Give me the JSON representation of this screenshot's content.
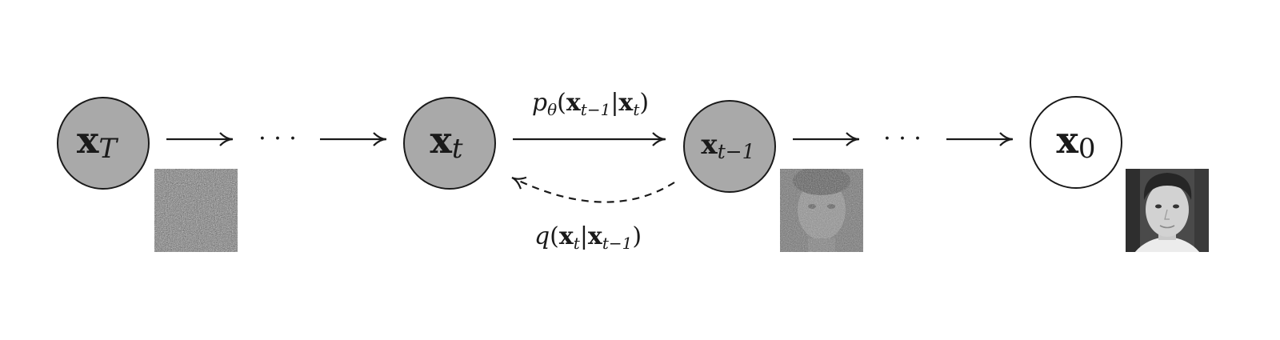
{
  "nodes": [
    {
      "id": "xT",
      "var": "x",
      "sub": "T",
      "fill": "#a9a9a9"
    },
    {
      "id": "xt",
      "var": "x",
      "sub": "t",
      "fill": "#a9a9a9"
    },
    {
      "id": "xtm1",
      "var": "x",
      "sub": "t−1",
      "fill": "#a9a9a9"
    },
    {
      "id": "x0",
      "var": "x",
      "sub": "0",
      "fill": "#ffffff"
    }
  ],
  "ellipsis": [
    "· · ·",
    "· · ·"
  ],
  "reverse_label": {
    "fn": "p",
    "fn_sub": "θ",
    "open": "(",
    "v1": "x",
    "v1_sub": "t−1",
    "bar": "|",
    "v2": "x",
    "v2_sub": "t",
    "close": ")"
  },
  "forward_label": {
    "fn": "q",
    "open": "(",
    "v1": "x",
    "v1_sub": "t",
    "bar": "|",
    "v2": "x",
    "v2_sub": "t−1",
    "close": ")"
  },
  "images": [
    {
      "name": "noise-image-xT",
      "kind": "pure-noise"
    },
    {
      "name": "noisy-face-xtm1",
      "kind": "noisy-face"
    },
    {
      "name": "face-image-x0",
      "kind": "clean-face"
    }
  ],
  "colors": {
    "stroke": "#1a1a1a",
    "node_gray": "#a9a9a9"
  }
}
